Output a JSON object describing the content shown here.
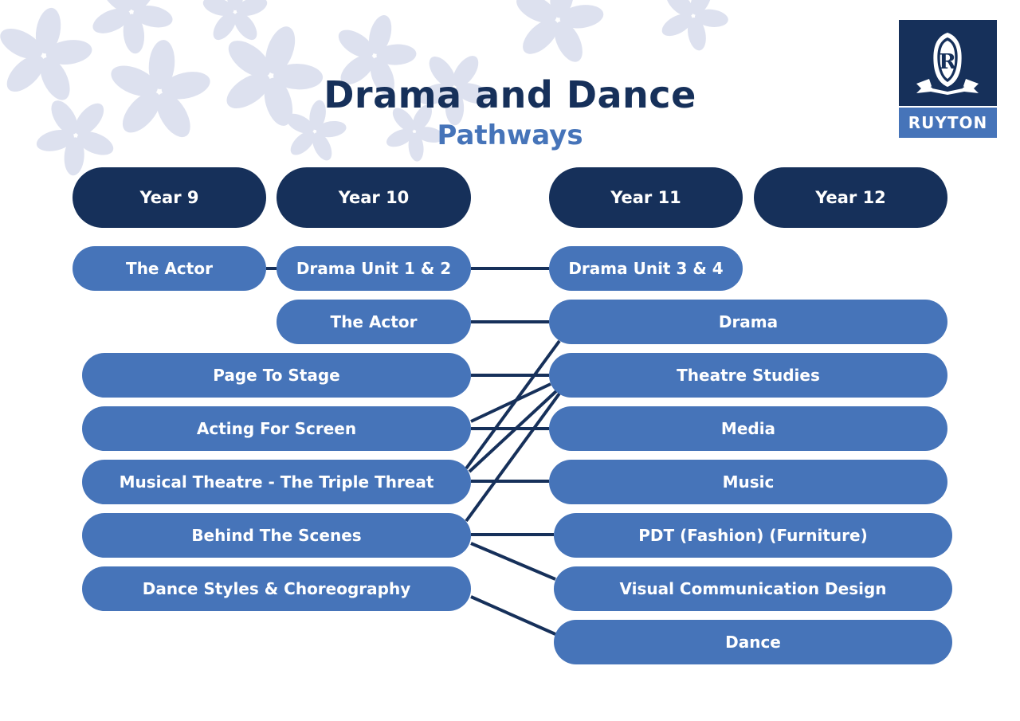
{
  "title": "Drama and Dance",
  "subtitle": "Pathways",
  "logo": {
    "name": "RUYTON",
    "icon": "school-crest-icon"
  },
  "colors": {
    "navy": "#16305a",
    "blue": "#4674b9",
    "flower": "#dde1ef",
    "line": "#16305a"
  },
  "years": [
    "Year 9",
    "Year 10",
    "Year 11",
    "Year 12"
  ],
  "left_subjects": {
    "y9_actor": "The Actor",
    "drama_12": "Drama Unit 1 & 2",
    "y10_actor": "The Actor",
    "page_to_stage": "Page To Stage",
    "acting_screen": "Acting For Screen",
    "musical_theatre": "Musical Theatre - The Triple Threat",
    "behind_scenes": "Behind The Scenes",
    "dance_styles": "Dance Styles & Choreography"
  },
  "right_subjects": {
    "drama_34": "Drama Unit 3 & 4",
    "drama": "Drama",
    "theatre_studies": "Theatre Studies",
    "media": "Media",
    "music": "Music",
    "pdt": "PDT (Fashion) (Furniture)",
    "vcd": "Visual Communication Design",
    "dance": "Dance"
  }
}
